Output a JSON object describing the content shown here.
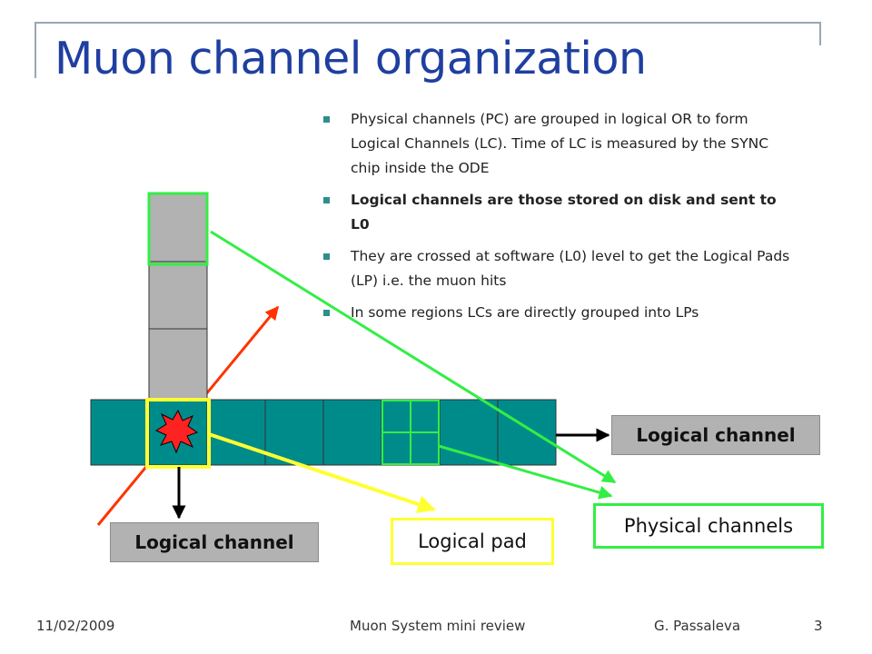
{
  "slide": {
    "title": "Muon channel organization",
    "bullets": [
      {
        "text": "Physical channels (PC) are grouped in logical OR to form Logical Channels (LC). Time of LC is measured by the SYNC chip inside the ODE",
        "bold": false
      },
      {
        "text": "Logical channels are those stored on disk and sent to L0",
        "bold": true
      },
      {
        "text": "They are crossed at software (L0) level to get the Logical Pads (LP) i.e. the muon hits",
        "bold": false
      },
      {
        "text": "In some regions LCs are directly grouped into LPs",
        "bold": false
      }
    ]
  },
  "diagram": {
    "label_logical_channel_right": "Logical channel",
    "label_logical_channel_left": "Logical channel",
    "label_logical_pad": "Logical pad",
    "label_physical_channels": "Physical channels",
    "colors": {
      "teal_strip": "#008b8b",
      "gray_strip": "#b2b2b2",
      "green_highlight": "#33ee44",
      "yellow_highlight": "#ffff33",
      "red_arrow": "#ff3300",
      "label_gray": "#b2b2b2"
    }
  },
  "footer": {
    "date": "11/02/2009",
    "center": "Muon System mini review",
    "author": "G. Passaleva",
    "page": "3"
  }
}
